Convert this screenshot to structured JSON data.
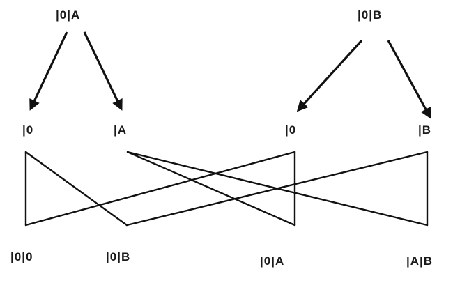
{
  "nodes": {
    "top_left": "|0|A",
    "top_right": "|0|B",
    "mid_1": "|0",
    "mid_2": "|A",
    "mid_3": "|0",
    "mid_4": "|B",
    "bottom_1": "|0|0",
    "bottom_2": "|0|B",
    "bottom_3": "|0|A",
    "bottom_4": "|A|B"
  },
  "colors": {
    "ink": "#111111",
    "background": "#ffffff"
  }
}
